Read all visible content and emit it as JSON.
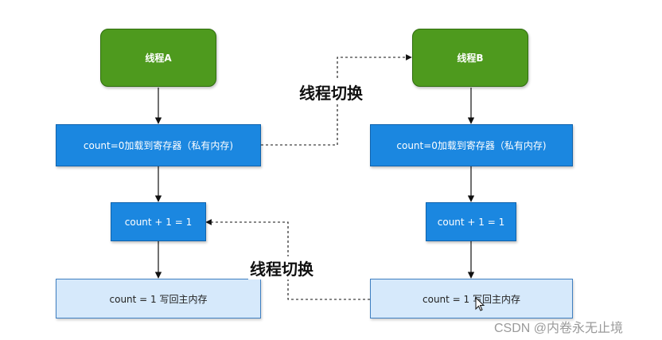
{
  "nodes": {
    "thread_a": "线程A",
    "thread_b": "线程B",
    "a_load": "count=0加载到寄存器（私有内存)",
    "b_load": "count=0加载到寄存器（私有内存)",
    "a_increment": "count + 1 = 1",
    "b_increment": "count + 1 = 1",
    "a_writeback": "count = 1 写回主内存",
    "b_writeback": "count = 1 写回主内存"
  },
  "switch_labels": {
    "top": "线程切换",
    "bottom": "线程切换"
  },
  "watermark": "CSDN @内卷永无止境",
  "colors": {
    "thread_fill": "#4e9a1e",
    "step_dark_fill": "#1b87e0",
    "step_light_fill": "#d6e9fb"
  }
}
